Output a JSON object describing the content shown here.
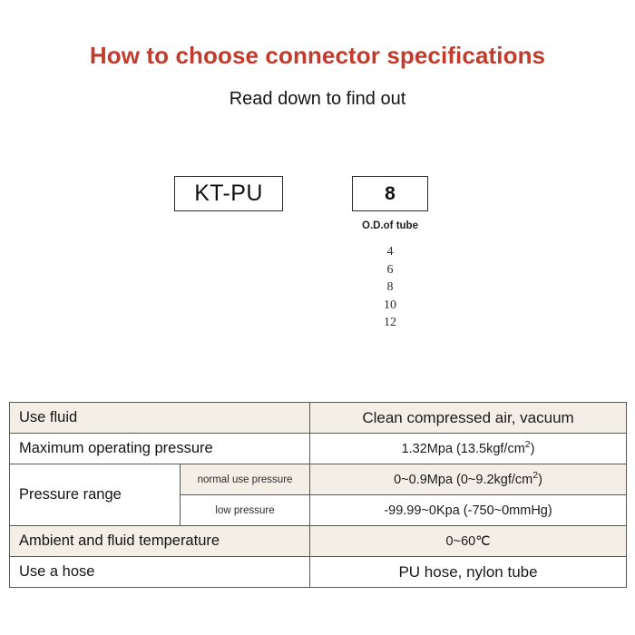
{
  "header": {
    "title": "How to choose connector specifications",
    "subtitle": "Read down to find out",
    "title_color": "#c23b2c"
  },
  "code_breakdown": {
    "series_box": {
      "value": "KT-PU"
    },
    "size_box": {
      "value": "8",
      "caption": "O.D.of tube",
      "options": [
        "4",
        "6",
        "8",
        "10",
        "12"
      ]
    }
  },
  "spec_table": {
    "shade_color": "#f4efe6",
    "rows": [
      {
        "label": "Use fluid",
        "sub_label": null,
        "value": "Clean compressed air, vacuum",
        "value_size": "large",
        "shaded": true
      },
      {
        "label": "Maximum operating pressure",
        "sub_label": null,
        "value": "1.32Mpa  (13.5kgf/cm²)",
        "value_size": "small",
        "shaded": false
      },
      {
        "label": "Pressure range",
        "sub_label": "normal use pressure",
        "value": "0~0.9Mpa  (0~9.2kgf/cm²)",
        "value_size": "small",
        "shaded": true
      },
      {
        "label": "",
        "sub_label": "low pressure",
        "value": "-99.99~0Kpa  (-750~0mmHg)",
        "value_size": "small",
        "shaded": false
      },
      {
        "label": "Ambient and fluid temperature",
        "sub_label": null,
        "value": "0~60℃",
        "value_size": "small",
        "shaded": true
      },
      {
        "label": "Use a hose",
        "sub_label": null,
        "value": "PU hose, nylon tube",
        "value_size": "large",
        "shaded": false
      }
    ]
  }
}
